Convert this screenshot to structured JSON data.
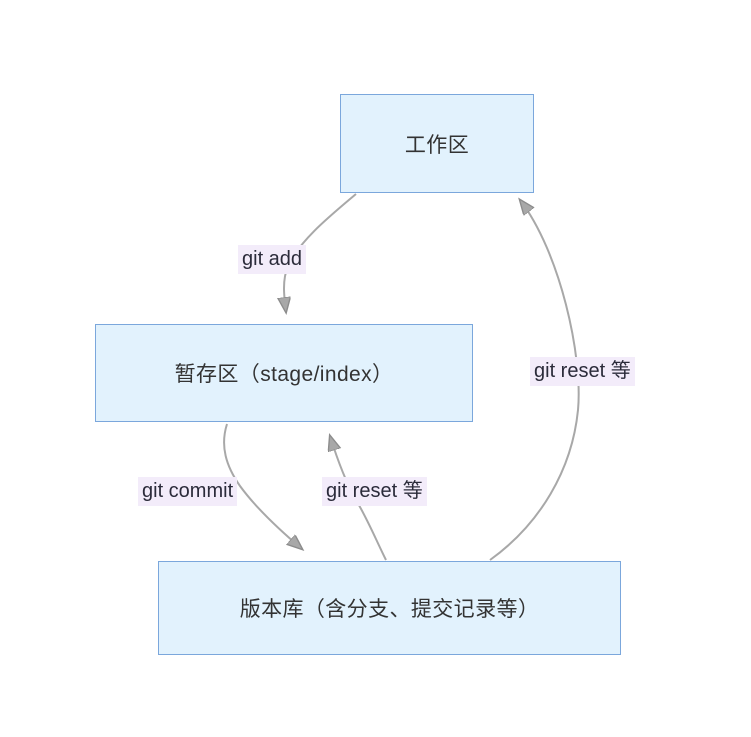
{
  "diagram": {
    "type": "flowchart",
    "background_color": "#ffffff",
    "node_fill_color": "#e2f2fd",
    "node_border_color": "#7ba7dc",
    "edge_color": "#9e9e9e",
    "label_background_color": "#f3ecfa",
    "label_text_color": "#2b2b3a",
    "nodes": [
      {
        "id": "worktree",
        "label": "工作区"
      },
      {
        "id": "stage",
        "label": "暂存区（stage/index）"
      },
      {
        "id": "repo",
        "label": "版本库（含分支、提交记录等）"
      }
    ],
    "edges": [
      {
        "id": "add",
        "from": "worktree",
        "to": "stage",
        "label": "git add"
      },
      {
        "id": "commit",
        "from": "stage",
        "to": "repo",
        "label": "git commit"
      },
      {
        "id": "reset_mid",
        "from": "repo",
        "to": "stage",
        "label": "git reset 等"
      },
      {
        "id": "reset_right",
        "from": "repo",
        "to": "worktree",
        "label": "git reset 等"
      }
    ]
  }
}
